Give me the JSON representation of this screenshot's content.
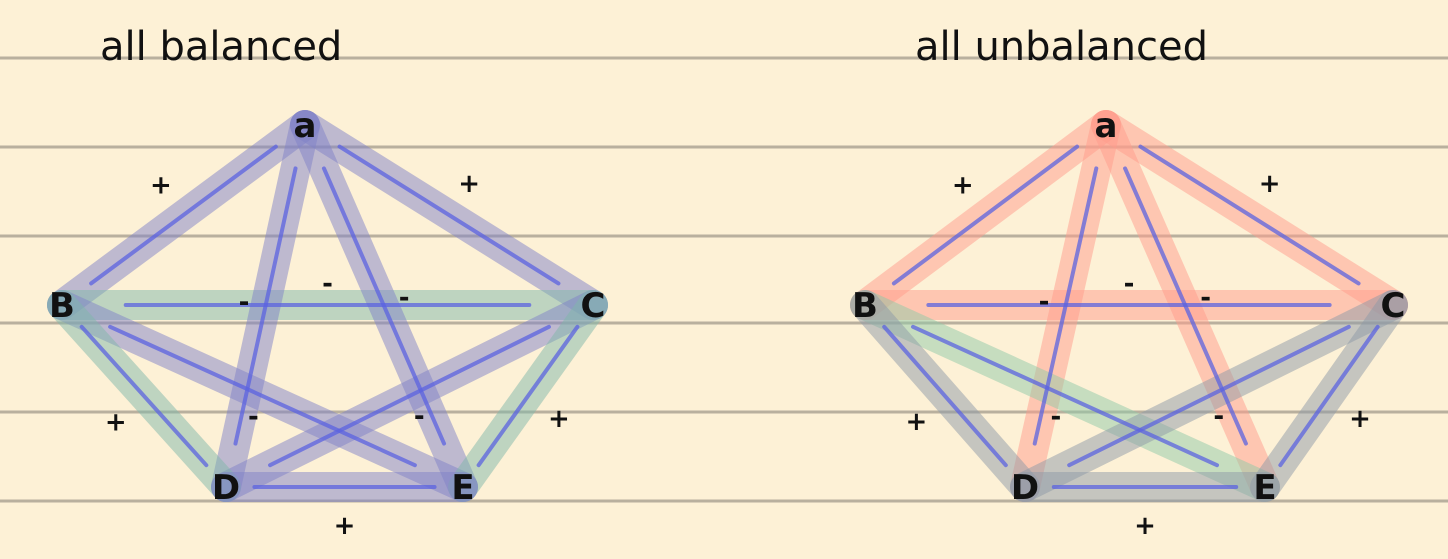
{
  "colors": {
    "paper": "#fdf1d6",
    "rule_line": "#b9b09e",
    "stroke": "#5b63e0",
    "balanced_highlight": "#7f82c7",
    "balanced_triangle_alt": "#7fb7a9",
    "unbalanced_highlight": "#ff9b8c",
    "unbalanced_triangle_alt": "#8fcaa8",
    "mixed_highlight": "#8d9aa8"
  },
  "panels": [
    {
      "title": "all balanced",
      "nodes": [
        {
          "id": "A",
          "label": "a"
        },
        {
          "id": "B",
          "label": "B"
        },
        {
          "id": "C",
          "label": "C"
        },
        {
          "id": "D",
          "label": "D"
        },
        {
          "id": "E",
          "label": "E"
        }
      ],
      "edges": [
        {
          "from": "A",
          "to": "B",
          "sign": "+",
          "highlight": "balanced_highlight"
        },
        {
          "from": "A",
          "to": "C",
          "sign": "+",
          "highlight": "balanced_highlight"
        },
        {
          "from": "B",
          "to": "C",
          "sign": "-",
          "highlight": "balanced_triangle_alt"
        },
        {
          "from": "A",
          "to": "D",
          "sign": "-",
          "highlight": "balanced_highlight"
        },
        {
          "from": "A",
          "to": "E",
          "sign": "-",
          "highlight": "balanced_highlight"
        },
        {
          "from": "B",
          "to": "E",
          "sign": "-",
          "highlight": "balanced_highlight"
        },
        {
          "from": "C",
          "to": "D",
          "sign": "-",
          "highlight": "balanced_highlight"
        },
        {
          "from": "B",
          "to": "D",
          "sign": "+",
          "highlight": "balanced_triangle_alt"
        },
        {
          "from": "C",
          "to": "E",
          "sign": "+",
          "highlight": "balanced_triangle_alt"
        },
        {
          "from": "D",
          "to": "E",
          "sign": "+",
          "highlight": "balanced_highlight"
        }
      ]
    },
    {
      "title": "all unbalanced",
      "nodes": [
        {
          "id": "A",
          "label": "a"
        },
        {
          "id": "B",
          "label": "B"
        },
        {
          "id": "C",
          "label": "C"
        },
        {
          "id": "D",
          "label": "D"
        },
        {
          "id": "E",
          "label": "E"
        }
      ],
      "edges": [
        {
          "from": "A",
          "to": "B",
          "sign": "+",
          "highlight": "unbalanced_highlight"
        },
        {
          "from": "A",
          "to": "C",
          "sign": "+",
          "highlight": "unbalanced_highlight"
        },
        {
          "from": "B",
          "to": "C",
          "sign": "-",
          "highlight": "unbalanced_highlight"
        },
        {
          "from": "A",
          "to": "D",
          "sign": "-",
          "highlight": "unbalanced_highlight"
        },
        {
          "from": "A",
          "to": "E",
          "sign": "-",
          "highlight": "unbalanced_highlight"
        },
        {
          "from": "B",
          "to": "E",
          "sign": "-",
          "highlight": "unbalanced_triangle_alt"
        },
        {
          "from": "C",
          "to": "D",
          "sign": "-",
          "highlight": "mixed_highlight"
        },
        {
          "from": "B",
          "to": "D",
          "sign": "+",
          "highlight": "mixed_highlight"
        },
        {
          "from": "C",
          "to": "E",
          "sign": "+",
          "highlight": "mixed_highlight"
        },
        {
          "from": "D",
          "to": "E",
          "sign": "+",
          "highlight": "mixed_highlight"
        }
      ]
    }
  ]
}
